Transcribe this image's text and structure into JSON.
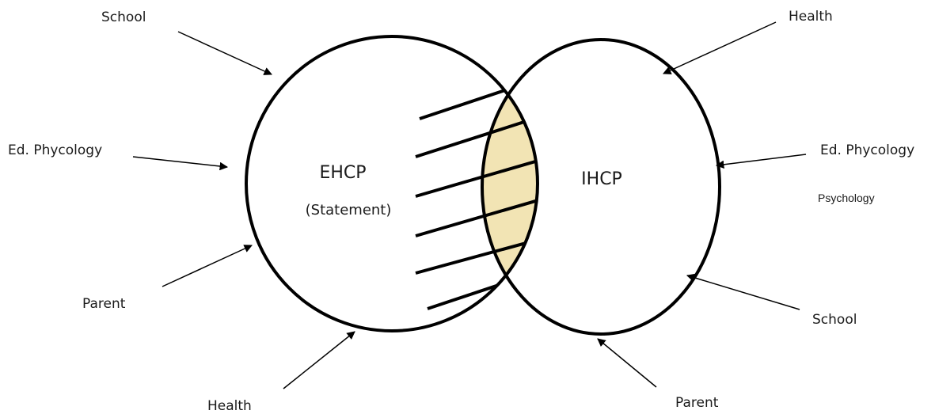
{
  "circles": {
    "left_label": "EHCP",
    "left_sublabel": "(Statement)",
    "right_label": "IHCP",
    "overlap_fill": "#f2e4b4",
    "stroke_color": "#000000"
  },
  "left_inputs": {
    "school": "School",
    "ed_psychology": "Ed. Phycology",
    "parent": "Parent",
    "health": "Health"
  },
  "right_inputs": {
    "health": "Health",
    "ed_psychology": "Ed. Phycology",
    "psychology_note": "Psychology",
    "school": "School",
    "parent": "Parent"
  }
}
